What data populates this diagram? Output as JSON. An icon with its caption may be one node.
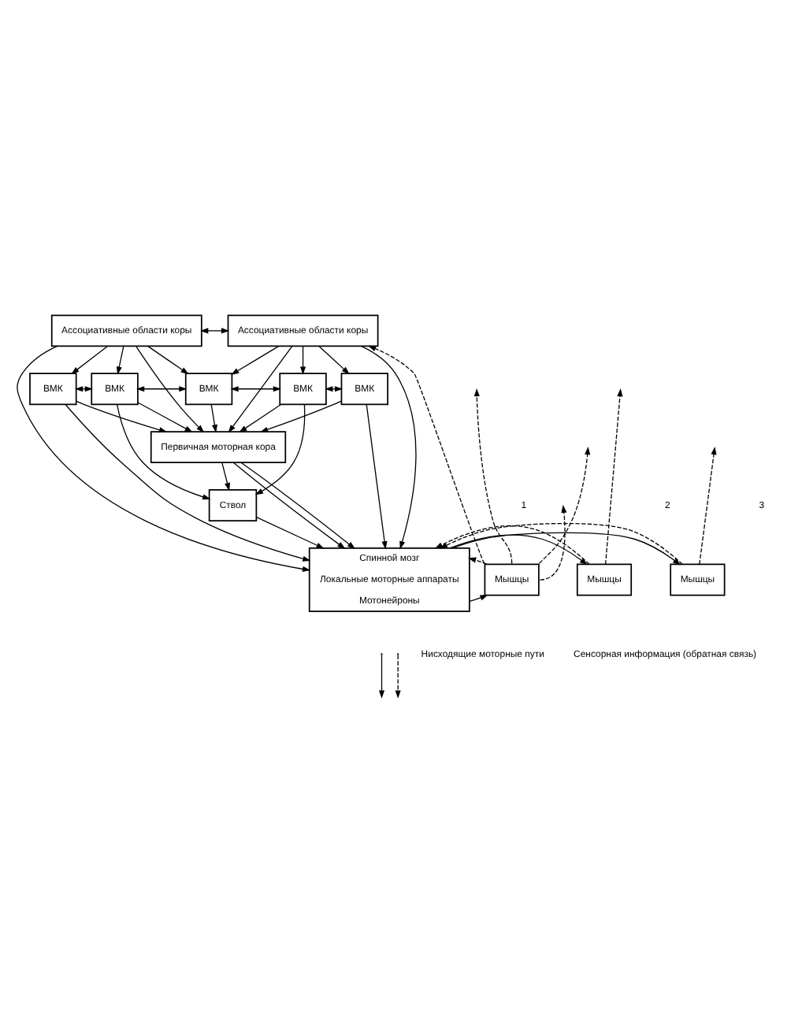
{
  "diagram": {
    "nodes": [
      {
        "text": [
          "Ассоциативные области коры"
        ]
      },
      {
        "text": [
          "Ассоциативные области коры"
        ]
      },
      {
        "text": [
          "ВМК"
        ]
      },
      {
        "text": [
          "ВМК"
        ]
      },
      {
        "text": [
          "ВМК"
        ]
      },
      {
        "text": [
          "ВМК"
        ]
      },
      {
        "text": [
          "ВМК"
        ]
      },
      {
        "text": [
          "Первичная моторная кора"
        ]
      },
      {
        "text": [
          "Ствол"
        ]
      },
      {
        "text": [
          "Спинной мозг",
          "Локальные моторные аппараты",
          "Мотонейроны"
        ]
      },
      {
        "text": [
          "Мышцы"
        ]
      },
      {
        "text": [
          "Мышцы"
        ]
      },
      {
        "text": [
          "Мышцы"
        ]
      }
    ],
    "edges": [
      {
        "from": 0,
        "to": 1,
        "arrow": "both"
      },
      {
        "from": 0,
        "to": 2,
        "arrow": "to"
      },
      {
        "from": 0,
        "to": 3,
        "arrow": "to"
      },
      {
        "from": 0,
        "to": 7,
        "arrow": "to"
      },
      {
        "from": 0,
        "to": 4,
        "arrow": "to"
      },
      {
        "from": 0,
        "to": 9,
        "arrow": "to"
      },
      {
        "from": 1,
        "to": 4,
        "arrow": "to"
      },
      {
        "from": 1,
        "to": 7,
        "arrow": "to"
      },
      {
        "from": 1,
        "to": 5,
        "arrow": "to"
      },
      {
        "from": 1,
        "to": 6,
        "arrow": "to"
      },
      {
        "from": 1,
        "to": 9,
        "arrow": "to"
      },
      {
        "from": 2,
        "to": 3,
        "arrow": "both"
      },
      {
        "from": 3,
        "to": 4,
        "arrow": "both"
      },
      {
        "from": 4,
        "to": 5,
        "arrow": "both"
      },
      {
        "from": 5,
        "to": 6,
        "arrow": "both"
      },
      {
        "from": 2,
        "to": 9,
        "arrow": "to"
      },
      {
        "from": 2,
        "to": 7,
        "arrow": "to"
      },
      {
        "from": 3,
        "to": 8,
        "arrow": "to"
      },
      {
        "from": 3,
        "to": 7,
        "arrow": "to"
      },
      {
        "from": 4,
        "to": 7,
        "arrow": "to"
      },
      {
        "from": 5,
        "to": 7,
        "arrow": "to"
      },
      {
        "from": 5,
        "to": 8,
        "arrow": "to"
      },
      {
        "from": 6,
        "to": 7,
        "arrow": "to"
      },
      {
        "from": 6,
        "to": 9,
        "arrow": "to"
      },
      {
        "from": 7,
        "to": 8,
        "arrow": "to"
      },
      {
        "from": 7,
        "to": 9,
        "arrow": "to"
      },
      {
        "from": 7,
        "to": 9,
        "arrow": "to"
      },
      {
        "from": 8,
        "to": 9,
        "arrow": "to"
      },
      {
        "from": 9,
        "to": 10,
        "arrow": "to"
      },
      {
        "from": 10,
        "to": 9,
        "arrow": "to",
        "style": "dashed"
      },
      {
        "from": 9,
        "to": 11,
        "arrow": "to"
      },
      {
        "from": 11,
        "to": 9,
        "arrow": "to",
        "style": "dashed"
      },
      {
        "from": 9,
        "to": 12,
        "arrow": "to"
      },
      {
        "from": 12,
        "to": 9,
        "arrow": "to",
        "style": "dashed"
      },
      {
        "from": 10,
        "to": 1,
        "arrow": "to",
        "style": "dashed"
      },
      {
        "from": 10,
        "to": null,
        "arrow": "to",
        "style": "dashed"
      },
      {
        "from": 10,
        "to": null,
        "arrow": "to",
        "style": "dashed"
      },
      {
        "from": 10,
        "to": null,
        "arrow": "to",
        "style": "dashed"
      },
      {
        "from": 11,
        "to": null,
        "arrow": "to",
        "style": "dashed"
      },
      {
        "from": 12,
        "to": null,
        "arrow": "to",
        "style": "dashed"
      }
    ],
    "labels": [
      "1",
      "2",
      "3"
    ],
    "legend": [
      {
        "text": "Нисходящие моторные пути"
      },
      {
        "text": "Сенсорная информация (обратная связь)"
      }
    ]
  }
}
